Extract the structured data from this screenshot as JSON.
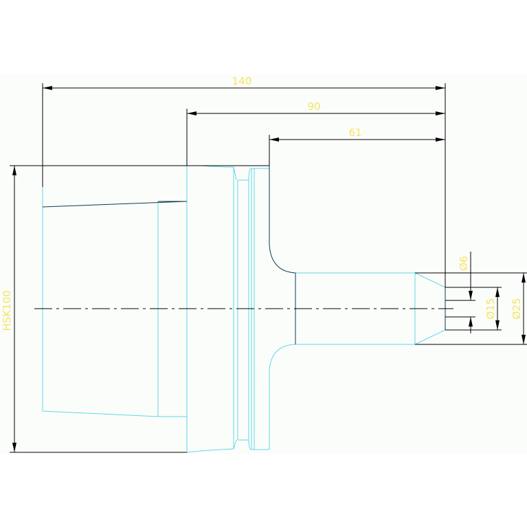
{
  "dimensions": {
    "overall_length": "140",
    "shank_length": "90",
    "neck_length": "61",
    "flange_height": "HSK100",
    "tip_diameter": "Ø6",
    "bore_diameter": "Ø15",
    "neck_diameter": "Ø25"
  },
  "colors": {
    "background": "#fbfdfb",
    "dimension_line": "#000000",
    "part_outline": "#5fd7e6",
    "part_edge_dark": "#0a3a4a",
    "dimension_text": "#f5e463",
    "centerline": "#000000"
  }
}
